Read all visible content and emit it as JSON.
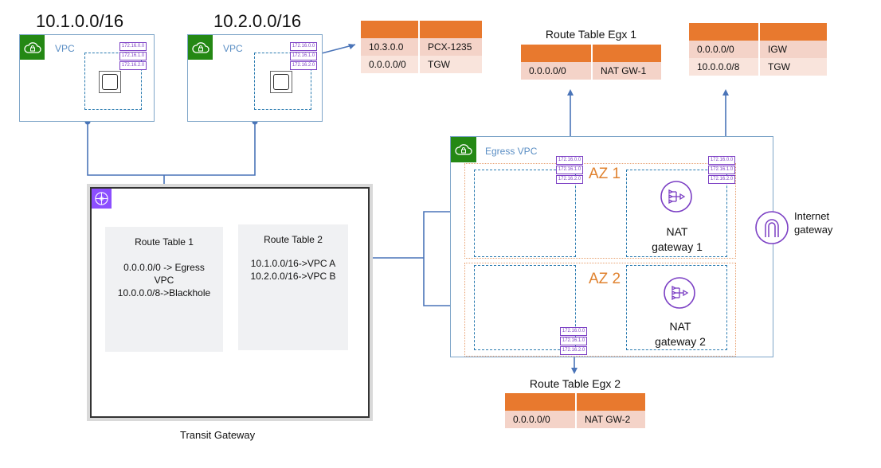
{
  "vpc_a": {
    "cidr": "10.1.0.0/16",
    "label": "VPC",
    "route_chips": [
      "172.16.0.0",
      "172.16.1.0",
      "172.16.2.0"
    ]
  },
  "vpc_b": {
    "cidr": "10.2.0.0/16",
    "label": "VPC",
    "route_chips": [
      "172.16.0.0",
      "172.16.1.0",
      "172.16.2.0"
    ],
    "route_table": {
      "rows": [
        {
          "destination": "10.3.0.0",
          "target": "PCX-1235"
        },
        {
          "destination": "0.0.0.0/0",
          "target": "TGW"
        }
      ]
    }
  },
  "transit_gateway": {
    "caption": "Transit Gateway",
    "route_table_1": {
      "title": "Route Table 1",
      "lines": [
        "0.0.0.0/0 -> Egress",
        "VPC",
        "10.0.0.0/8->Blackhole"
      ]
    },
    "route_table_2": {
      "title": "Route Table 2",
      "lines": [
        "10.1.0.0/16->VPC A",
        "10.2.0.0/16->VPC B"
      ]
    }
  },
  "egress_vpc": {
    "label": "Egress VPC",
    "az1": {
      "label": "AZ 1",
      "nat_label_1": "NAT",
      "nat_label_2": "gateway 1"
    },
    "az2": {
      "label": "AZ 2",
      "nat_label_1": "NAT",
      "nat_label_2": "gateway 2"
    },
    "route_chips": [
      "172.16.0.0",
      "172.16.1.0",
      "172.16.2.0"
    ]
  },
  "route_table_egx1": {
    "title": "Route Table Egx 1",
    "rows": [
      {
        "destination": "0.0.0.0/0",
        "target": "NAT GW-1"
      }
    ]
  },
  "route_table_public": {
    "rows": [
      {
        "destination": "0.0.0.0/0",
        "target": "IGW"
      },
      {
        "destination": "10.0.0.0/8",
        "target": "TGW"
      }
    ]
  },
  "route_table_egx2": {
    "title": "Route Table Egx 2",
    "rows": [
      {
        "destination": "0.0.0.0/0",
        "target": "NAT GW-2"
      }
    ]
  },
  "internet_gateway": {
    "label_1": "Internet",
    "label_2": "gateway"
  },
  "colors": {
    "connector": "#4472c4",
    "orange_header": "#e8792e",
    "vpc_green": "#248814",
    "tgw_purple": "#8c4fff",
    "chip_purple": "#7b3fc4",
    "az_orange": "#e0822f"
  }
}
